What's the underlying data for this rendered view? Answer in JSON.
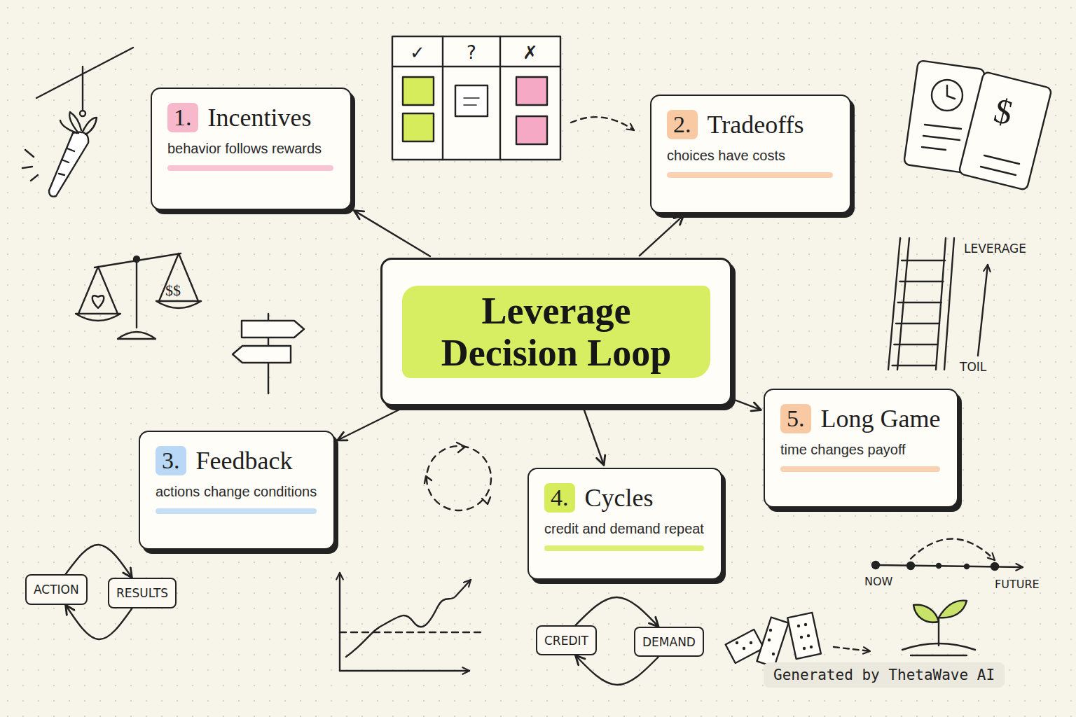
{
  "diagram": {
    "nodes": [
      {
        "text": [
          "Leverage Decision Loop"
        ]
      },
      {
        "text": [
          "1.",
          "Incentives",
          "behavior follows rewards"
        ]
      },
      {
        "text": [
          "2.",
          "Tradeoffs",
          "choices have costs"
        ]
      },
      {
        "text": [
          "3.",
          "Feedback",
          "actions change conditions"
        ]
      },
      {
        "text": [
          "4.",
          "Cycles",
          "credit and demand repeat"
        ]
      },
      {
        "text": [
          "5.",
          "Long Game",
          "time changes payoff"
        ]
      },
      {
        "text": [
          "ACTION"
        ]
      },
      {
        "text": [
          "RESULTS"
        ]
      },
      {
        "text": [
          "CREDIT"
        ]
      },
      {
        "text": [
          "DEMAND"
        ]
      }
    ],
    "edges": [
      {
        "from": 0,
        "to": 1,
        "arrow": "to"
      },
      {
        "from": 0,
        "to": 2,
        "arrow": "to"
      },
      {
        "from": 0,
        "to": 3,
        "arrow": "to"
      },
      {
        "from": 0,
        "to": 4,
        "arrow": "to"
      },
      {
        "from": 0,
        "to": 5,
        "arrow": "to"
      },
      {
        "from": 6,
        "to": 7,
        "arrow": "to"
      },
      {
        "from": 7,
        "to": 6,
        "arrow": "to"
      },
      {
        "from": 8,
        "to": 9,
        "arrow": "to"
      },
      {
        "from": 9,
        "to": 8,
        "arrow": "to"
      }
    ],
    "labels": [
      "✓",
      "?",
      "✗",
      "$$",
      "$",
      "LEVERAGE",
      "TOIL",
      "NOW",
      "FUTURE",
      "Generated by ThetaWave AI"
    ]
  }
}
